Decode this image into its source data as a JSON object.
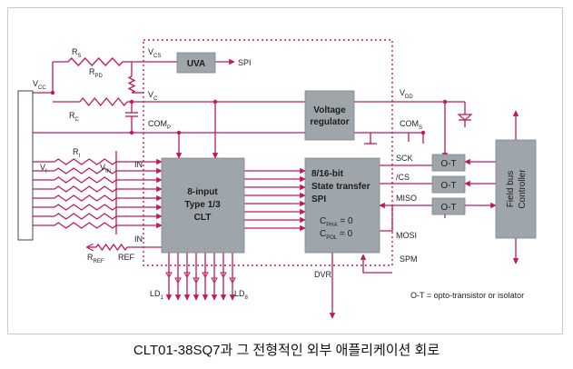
{
  "caption": "CLT01-38SQ7과 그 전형적인 외부 애플리케이션 회로",
  "colors": {
    "wire": "#c2185b",
    "block": "#9fa6ab",
    "dotted": "#c2185b",
    "text": "#222222",
    "frame": "#c9c9c9"
  },
  "labels": {
    "vcc": "V",
    "vcc_sub": "CC",
    "rs": "R",
    "rs_sub": "S",
    "rpd": "R",
    "rpd_sub": "PD",
    "rc": "R",
    "rc_sub": "C",
    "ri": "R",
    "ri_sub": "I",
    "vi": "V",
    "vi_sub": "I",
    "vin": "V",
    "vin_sub": "IN",
    "in_top": "IN",
    "in_bottom": "IN",
    "rref": "R",
    "rref_sub": "REF",
    "ref": "REF",
    "vcs": "V",
    "vcs_sub": "CS",
    "vc": "V",
    "vc_sub": "C",
    "comp": "COM",
    "comp_sub": "P",
    "uva": "UVA",
    "spi_out": "SPI",
    "vreg_line1": "Voltage",
    "vreg_line2": "regulator",
    "vdd": "V",
    "vdd_sub": "DD",
    "coms": "COM",
    "coms_sub": "S",
    "clt_line1": "8-input",
    "clt_line2": "Type 1/3",
    "clt_line3": "CLT",
    "spi_line1": "8/16-bit",
    "spi_line2": "State transfer",
    "spi_line3": "SPI",
    "cpha": "C",
    "cpha_sub": "PHA",
    "cpha_val": " = 0",
    "cpol": "C",
    "cpol_sub": "POL",
    "cpol_val": " = 0",
    "sck": "SCK",
    "cs": "/CS",
    "miso": "MISO",
    "mosi": "MOSI",
    "spm": "SPM",
    "dvr": "DVR",
    "ld1": "LD",
    "ld1_sub": "1",
    "ld8": "LD",
    "ld8_sub": "8",
    "ot1": "O-T",
    "ot2": "O-T",
    "ot3": "O-T",
    "fieldbus": "Field bus",
    "controller": "Controller",
    "legend": "O-T = opto-transistor or isolator"
  }
}
